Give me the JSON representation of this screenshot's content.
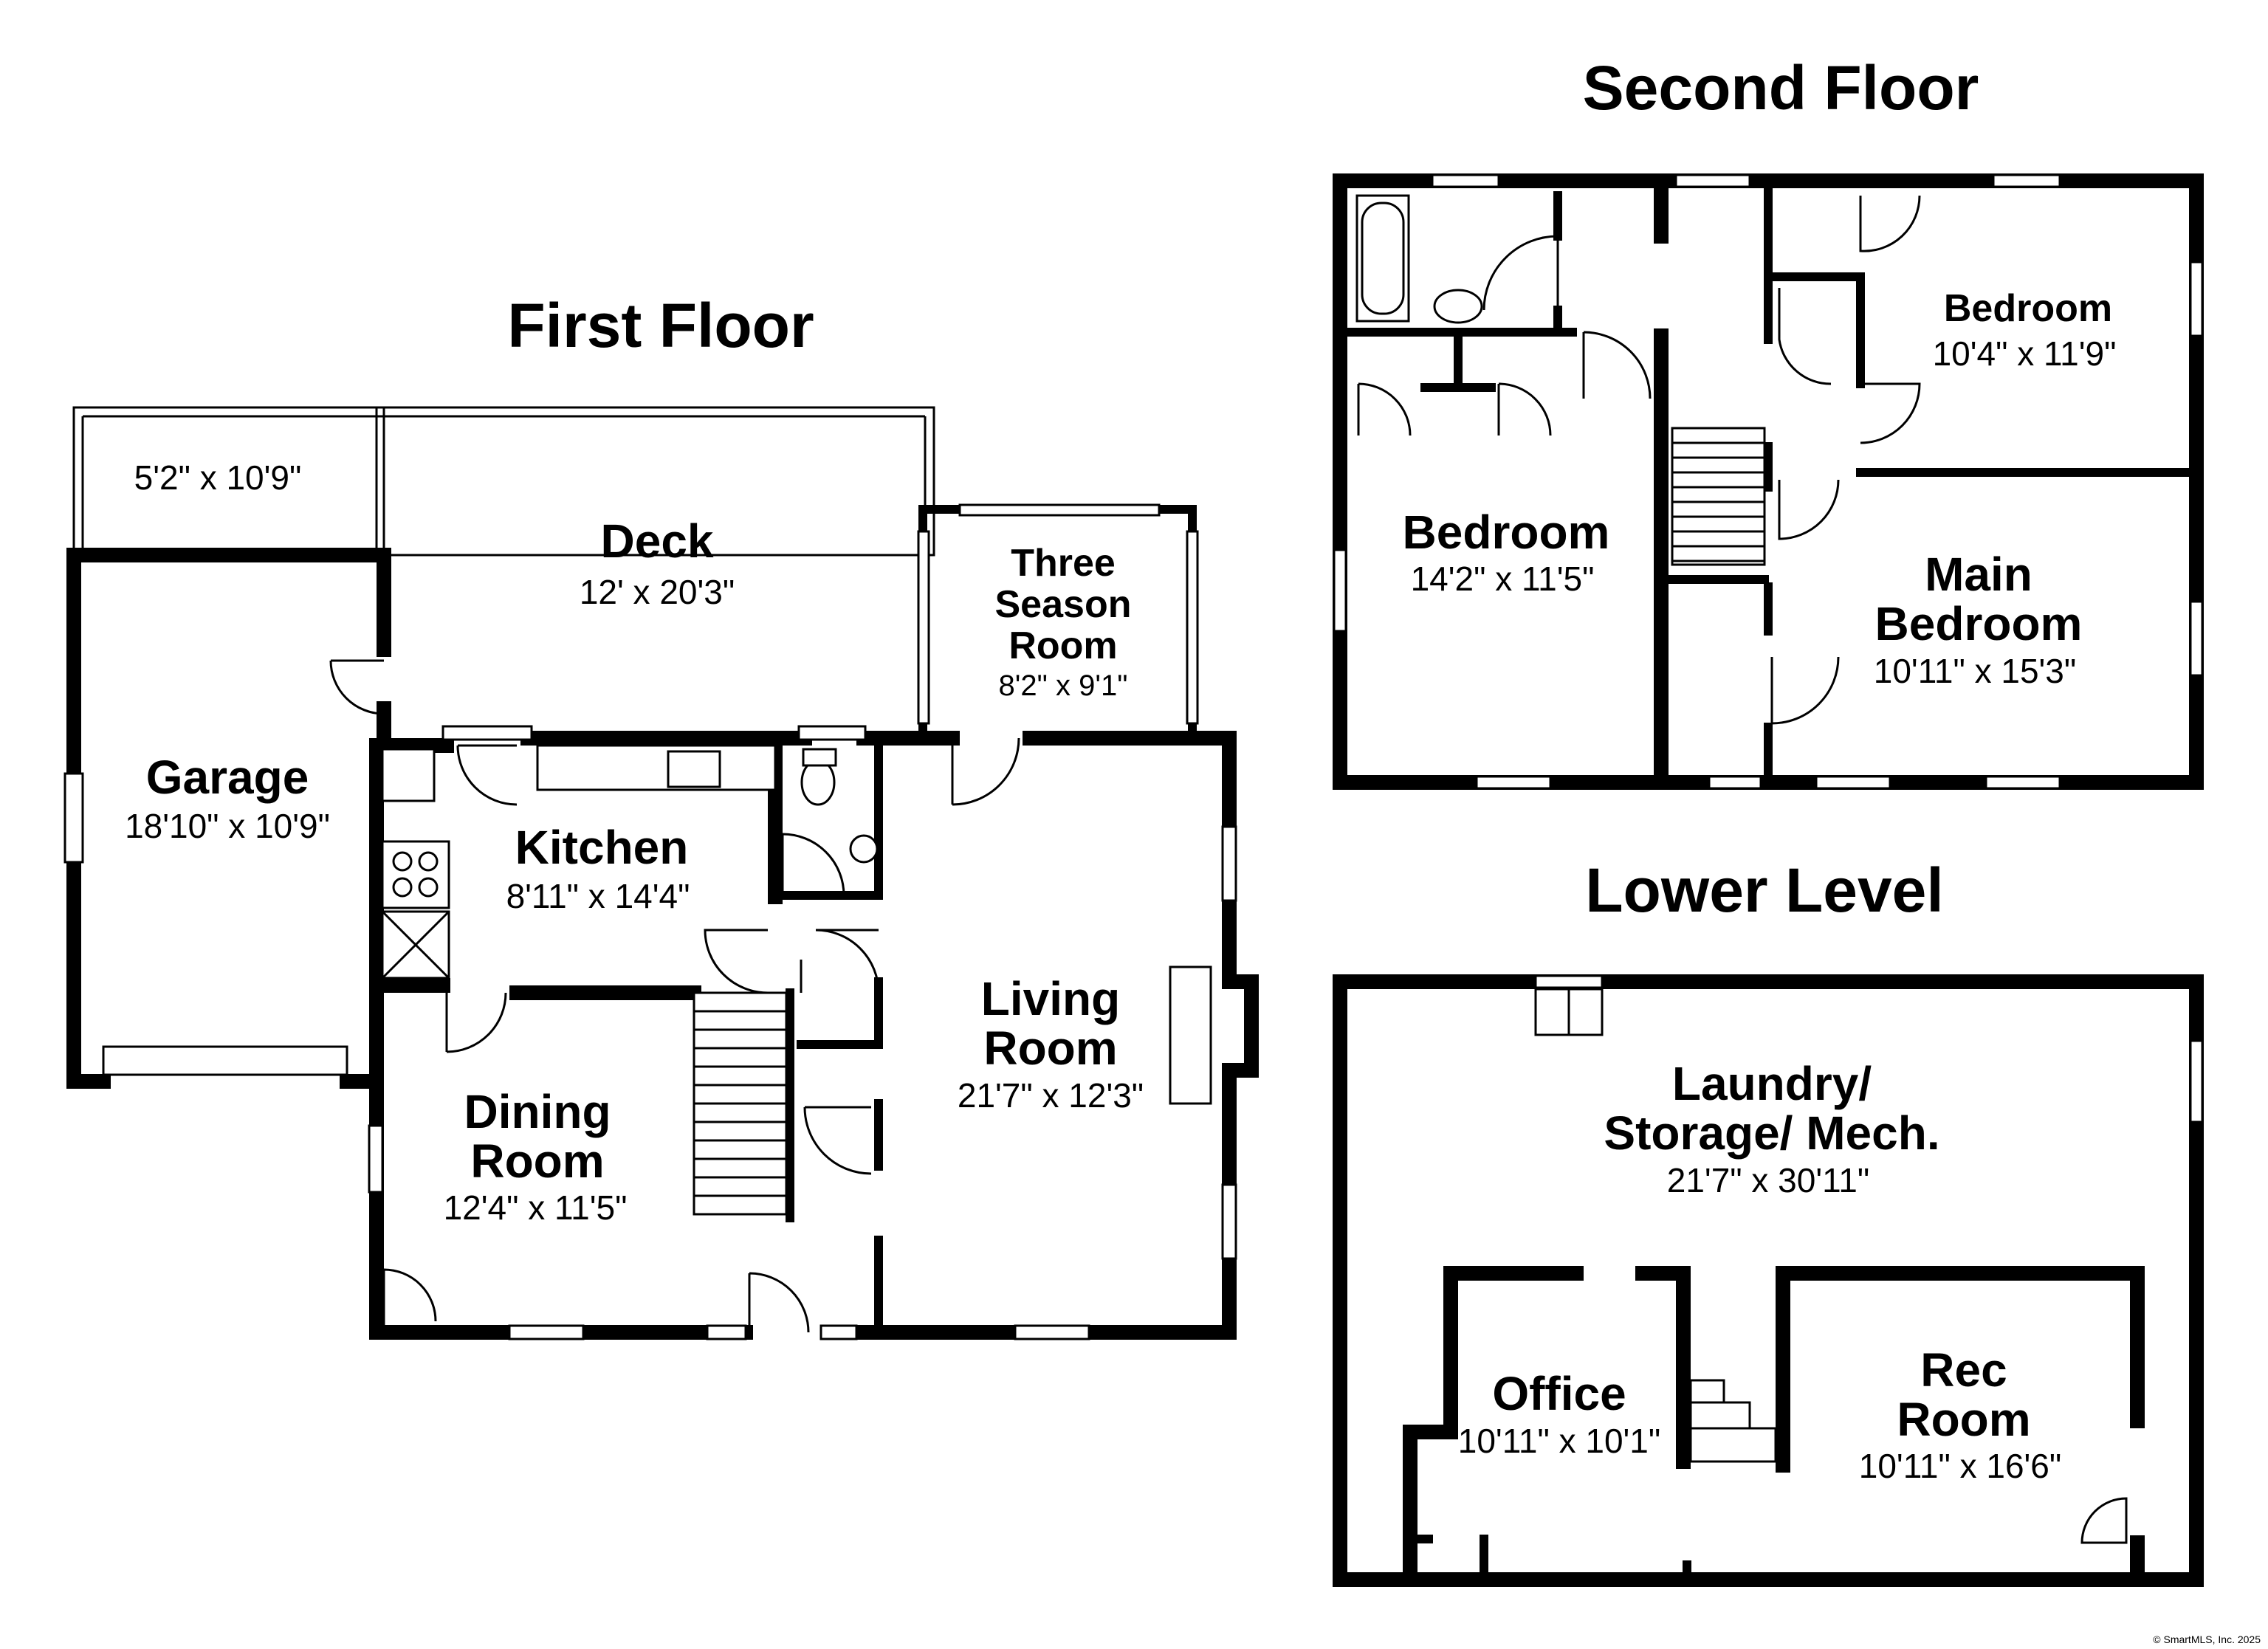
{
  "floors": {
    "first": {
      "title": "First Floor",
      "rooms": {
        "deck_small": {
          "dim": "5'2\" x 10'9\""
        },
        "deck": {
          "name": "Deck",
          "dim": "12' x 20'3\""
        },
        "three_season": {
          "name_line1": "Three",
          "name_line2": "Season",
          "name_line3": "Room",
          "dim": "8'2\" x 9'1\""
        },
        "garage": {
          "name": "Garage",
          "dim": "18'10\" x 10'9\""
        },
        "kitchen": {
          "name": "Kitchen",
          "dim": "8'11\" x 14'4\""
        },
        "living": {
          "name_line1": "Living",
          "name_line2": "Room",
          "dim": "21'7\" x 12'3\""
        },
        "dining": {
          "name_line1": "Dining",
          "name_line2": "Room",
          "dim": "12'4\" x 11'5\""
        }
      }
    },
    "second": {
      "title": "Second Floor",
      "rooms": {
        "bedroom_a": {
          "name": "Bedroom",
          "dim": "10'4\" x 11'9\""
        },
        "bedroom_b": {
          "name": "Bedroom",
          "dim": "14'2\" x 11'5\""
        },
        "main_bedroom": {
          "name_line1": "Main",
          "name_line2": "Bedroom",
          "dim": "10'11\" x 15'3\""
        }
      }
    },
    "lower": {
      "title": "Lower Level",
      "rooms": {
        "laundry": {
          "name_line1": "Laundry/",
          "name_line2": "Storage/ Mech.",
          "dim": "21'7\" x 30'11\""
        },
        "office": {
          "name": "Office",
          "dim": "10'11\" x 10'1\""
        },
        "rec": {
          "name_line1": "Rec",
          "name_line2": "Room",
          "dim": "10'11\" x 16'6\""
        }
      }
    }
  },
  "credit": "© SmartMLS, Inc. 2025"
}
